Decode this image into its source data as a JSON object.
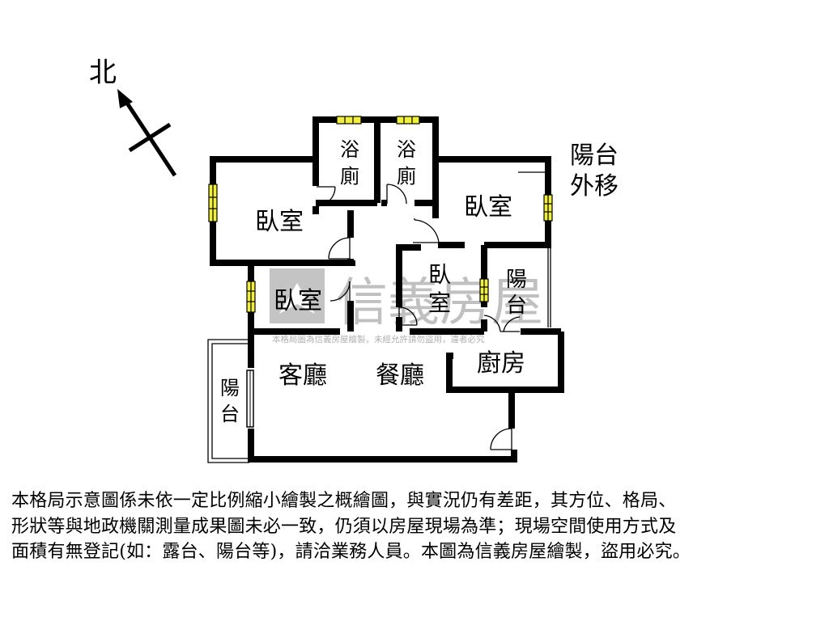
{
  "compass": {
    "label": "北"
  },
  "rooms": {
    "bath1": [
      "浴",
      "廁"
    ],
    "bath2": [
      "浴",
      "廁"
    ],
    "bedroom_nw": "臥室",
    "bedroom_ne": "臥室",
    "bedroom_w": "臥室",
    "bedroom_mid": [
      "臥",
      "室"
    ],
    "balcony_mid": [
      "陽",
      "台"
    ],
    "kitchen": "廚房",
    "living": "客廳",
    "dining": "餐廳",
    "balcony_w": [
      "陽",
      "台"
    ]
  },
  "annotation": {
    "line1": "陽台",
    "line2": "外移"
  },
  "watermark": {
    "brand": "信義房屋",
    "notice": "本格局圖為信義房屋繪製，未經允許請勿盜用，違者必究"
  },
  "disclaimer": {
    "line1": "本格局示意圖係未依一定比例縮小繪製之概繪圖，與實況仍有差距，其方位、格局、",
    "line2": "形狀等與地政機關測量成果圖未必一致，仍須以房屋現場為準；現場空間使用方式及",
    "line3": "面積有無登記(如：露台、陽台等)，請洽業務人員。本圖為信義房屋繪製，盜用必究。"
  },
  "colors": {
    "wall": "#000000",
    "window": "#f2ee3c",
    "watermark": "#bdbdbd"
  }
}
